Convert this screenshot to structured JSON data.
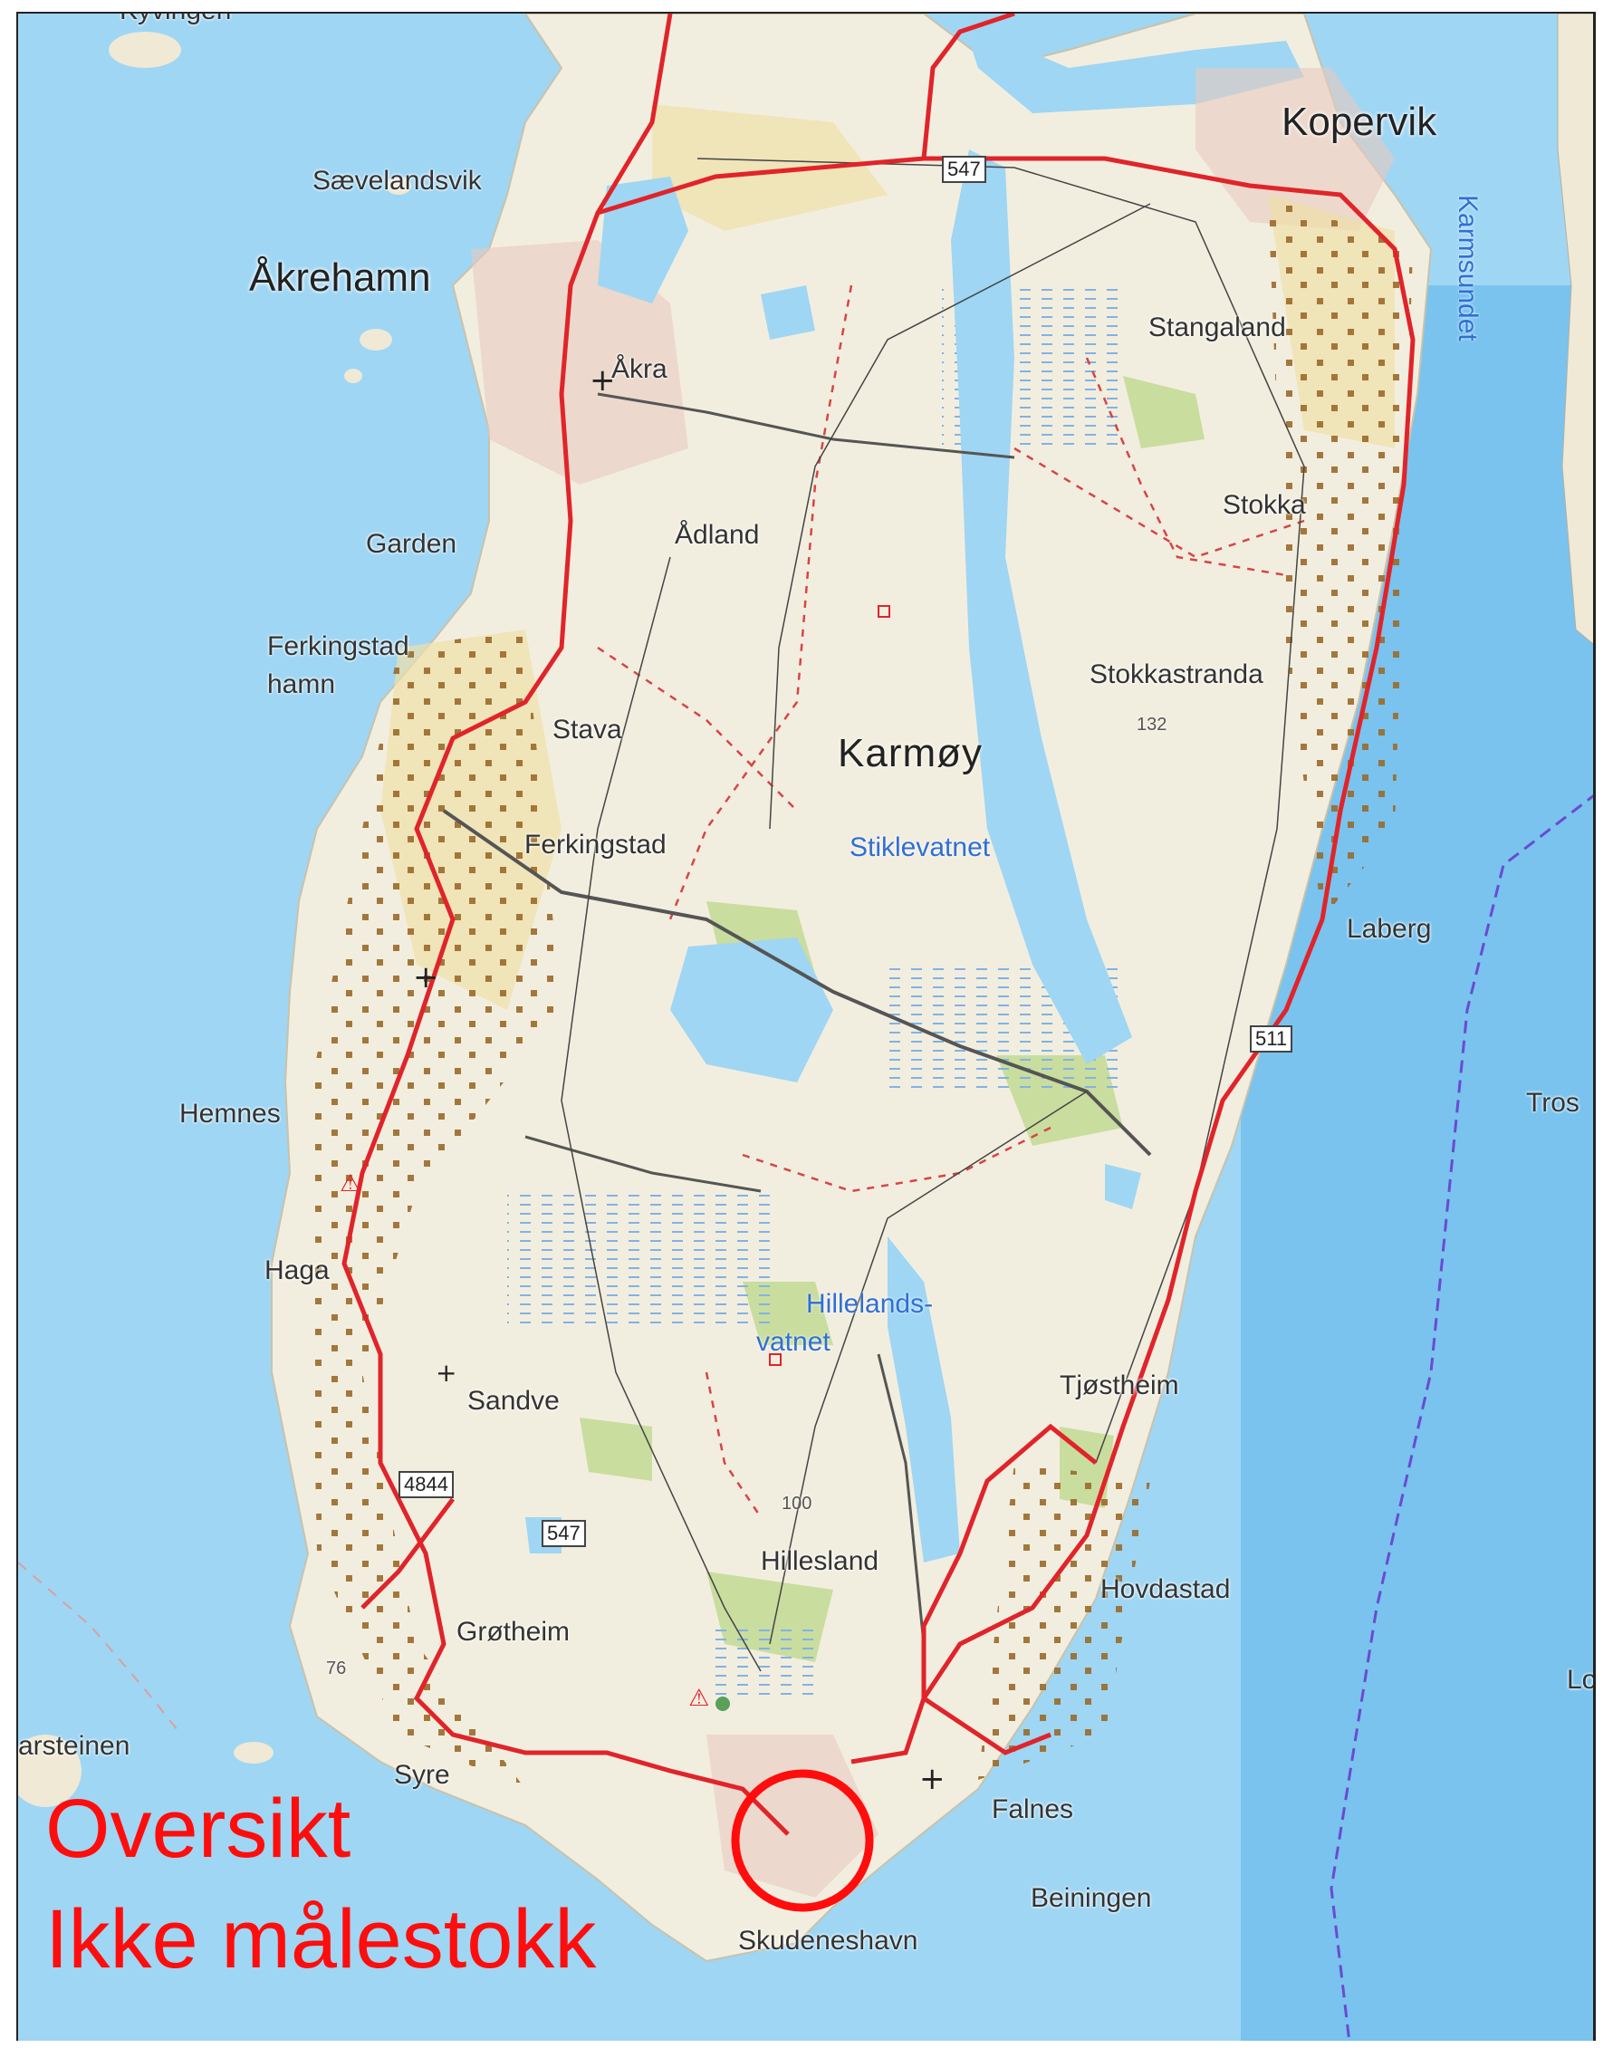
{
  "map": {
    "place_labels": [
      {
        "id": "kyvingen",
        "text": "Kyvingen"
      },
      {
        "id": "saevelandsvik",
        "text": "Sævelandsvik"
      },
      {
        "id": "akrehamn",
        "text": "Åkrehamn"
      },
      {
        "id": "akra",
        "text": "Åkra"
      },
      {
        "id": "kopervik",
        "text": "Kopervik"
      },
      {
        "id": "stangaland",
        "text": "Stangaland"
      },
      {
        "id": "stokka",
        "text": "Stokka"
      },
      {
        "id": "garden",
        "text": "Garden"
      },
      {
        "id": "adland",
        "text": "Ådland"
      },
      {
        "id": "ferkingstad-hamn-1",
        "text": "Ferkingstad"
      },
      {
        "id": "ferkingstad-hamn-2",
        "text": "hamn"
      },
      {
        "id": "stava",
        "text": "Stava"
      },
      {
        "id": "stokkastranda",
        "text": "Stokkastranda"
      },
      {
        "id": "ferkingstad",
        "text": "Ferkingstad"
      },
      {
        "id": "laberg",
        "text": "Laberg"
      },
      {
        "id": "hemnes",
        "text": "Hemnes"
      },
      {
        "id": "tros",
        "text": "Tros"
      },
      {
        "id": "haga",
        "text": "Haga"
      },
      {
        "id": "sandve",
        "text": "Sandve"
      },
      {
        "id": "tjostheim",
        "text": "Tjøstheim"
      },
      {
        "id": "hillesland",
        "text": "Hillesland"
      },
      {
        "id": "hovdastad",
        "text": "Hovdastad"
      },
      {
        "id": "grotheim",
        "text": "Grøtheim"
      },
      {
        "id": "lo",
        "text": "Lo"
      },
      {
        "id": "arsteinen",
        "text": "arsteinen"
      },
      {
        "id": "syre",
        "text": "Syre"
      },
      {
        "id": "falnes",
        "text": "Falnes"
      },
      {
        "id": "beiningen",
        "text": "Beiningen"
      },
      {
        "id": "skudeneshavn",
        "text": "Skudeneshavn"
      }
    ],
    "island_label": "Karmøy",
    "water_labels": [
      {
        "id": "karmsundet",
        "text": "Karmsundet"
      },
      {
        "id": "stiklevatnet",
        "text": "Stiklevatnet"
      },
      {
        "id": "hilleslandsvatnet-1",
        "text": "Hillelands-"
      },
      {
        "id": "hilleslandsvatnet-2",
        "text": "vatnet"
      }
    ],
    "road_shields": [
      {
        "id": "547-north",
        "text": "547"
      },
      {
        "id": "511",
        "text": "511"
      },
      {
        "id": "4844",
        "text": "4844"
      },
      {
        "id": "547-south",
        "text": "547"
      }
    ],
    "elevation_labels": [
      {
        "id": "132",
        "text": "132"
      },
      {
        "id": "100",
        "text": "100"
      },
      {
        "id": "76",
        "text": "76"
      }
    ],
    "colors": {
      "sea": "#9fd6f3",
      "land": "#f2eedf",
      "road_main": "#e0242a",
      "highlight": "#ff0d0d",
      "water_label": "#2f6fd6",
      "boundary": "#6a4bd1"
    }
  },
  "overlay": {
    "line1": "Oversikt",
    "line2": "Ikke målestokk"
  }
}
